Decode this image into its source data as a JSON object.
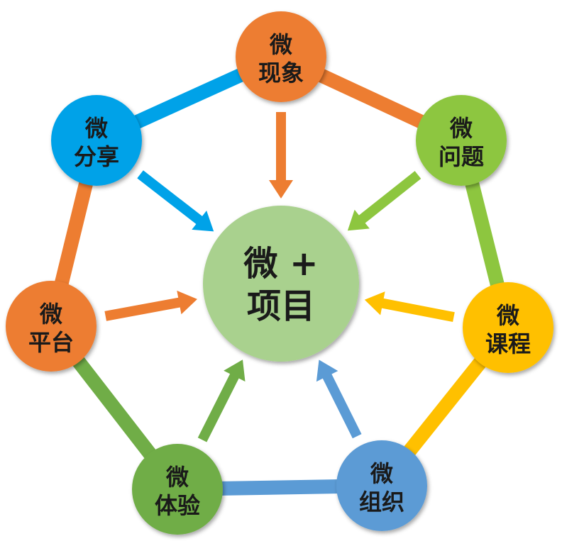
{
  "center": {
    "line1": "微 +",
    "line2": "项目",
    "color": "#a9d18e"
  },
  "nodes": [
    {
      "id": "xianxiang",
      "line1": "微",
      "line2": "现象",
      "color": "#ed7d31"
    },
    {
      "id": "wenti",
      "line1": "微",
      "line2": "问题",
      "color": "#8dc63f"
    },
    {
      "id": "kecheng",
      "line1": "微",
      "line2": "课程",
      "color": "#ffc000"
    },
    {
      "id": "zuzhi",
      "line1": "微",
      "line2": "组织",
      "color": "#5b9bd5"
    },
    {
      "id": "tiyan",
      "line1": "微",
      "line2": "体验",
      "color": "#70ad47"
    },
    {
      "id": "pingtai",
      "line1": "微",
      "line2": "平台",
      "color": "#ed7d31"
    },
    {
      "id": "fenxiang",
      "line1": "微",
      "line2": "分享",
      "color": "#00a2e8"
    }
  ],
  "ring_segments": [
    {
      "from": "fenxiang",
      "to": "xianxiang",
      "color": "#00a2e8"
    },
    {
      "from": "xianxiang",
      "to": "wenti",
      "color": "#ed7d31"
    },
    {
      "from": "wenti",
      "to": "kecheng",
      "color": "#8dc63f"
    },
    {
      "from": "kecheng",
      "to": "zuzhi",
      "color": "#ffc000"
    },
    {
      "from": "zuzhi",
      "to": "tiyan",
      "color": "#5b9bd5"
    },
    {
      "from": "tiyan",
      "to": "pingtai",
      "color": "#70ad47"
    },
    {
      "from": "pingtai",
      "to": "fenxiang",
      "color": "#ed7d31"
    }
  ],
  "arrows": [
    {
      "from": "xianxiang",
      "color": "#ed7d31"
    },
    {
      "from": "wenti",
      "color": "#8dc63f"
    },
    {
      "from": "kecheng",
      "color": "#ffc000"
    },
    {
      "from": "zuzhi",
      "color": "#5b9bd5"
    },
    {
      "from": "tiyan",
      "color": "#70ad47"
    },
    {
      "from": "pingtai",
      "color": "#ed7d31"
    },
    {
      "from": "fenxiang",
      "color": "#00a2e8"
    }
  ]
}
